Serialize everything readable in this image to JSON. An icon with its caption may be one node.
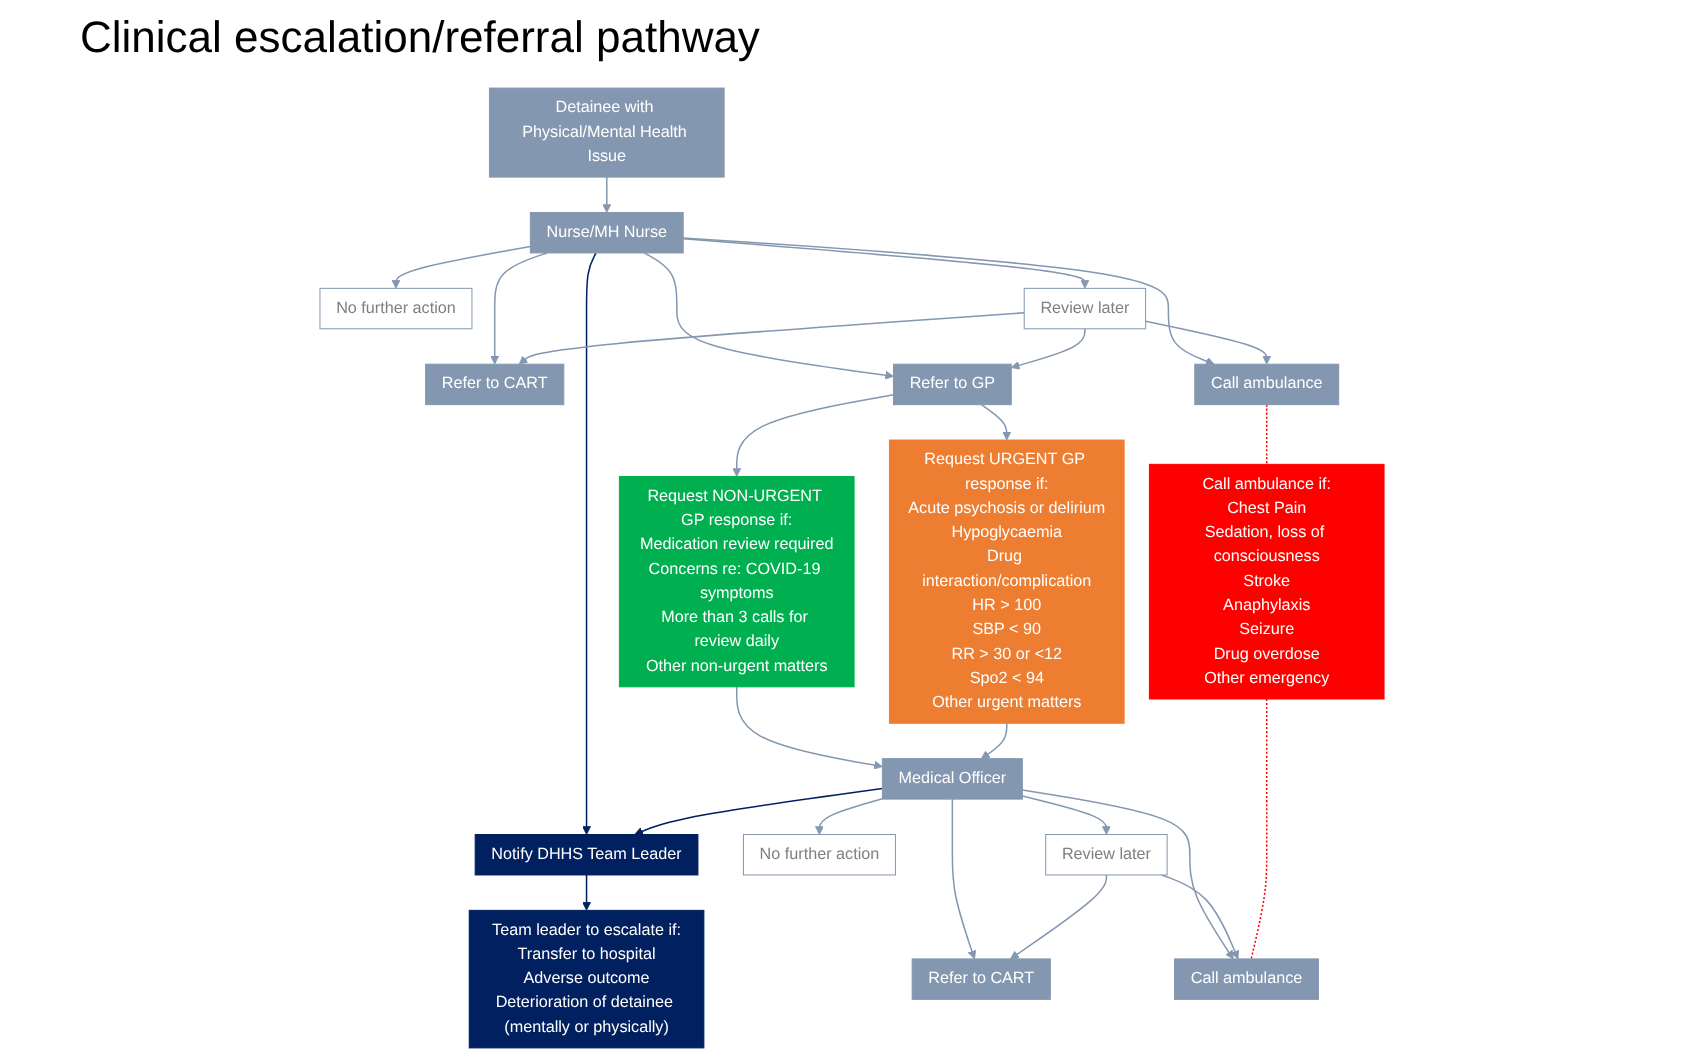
{
  "diagram": {
    "title": "Clinical escalation/referral pathway",
    "nodes": [
      {
        "text": [
          "Detainee with Physical/Mental Health Issue"
        ]
      },
      {
        "text": [
          "Nurse/MH Nurse"
        ]
      },
      {
        "text": [
          "No further action"
        ]
      },
      {
        "text": [
          "Review later"
        ]
      },
      {
        "text": [
          "Refer to CART"
        ]
      },
      {
        "text": [
          "Refer to GP"
        ]
      },
      {
        "text": [
          "Call ambulance"
        ]
      },
      {
        "text": [
          "Notify DHHS Team Leader"
        ]
      },
      {
        "text": [
          "Request NON-URGENT GP response if:",
          "Medication review required",
          "Concerns re: COVID-19 symptoms",
          "More than 3 calls for review daily",
          "Other non-urgent matters"
        ]
      },
      {
        "text": [
          "Request URGENT GP response if:",
          "Acute psychosis or delirium",
          "Hypoglycaemia",
          "Drug interaction/complication",
          "HR > 100",
          "SBP < 90",
          "RR > 30 or <12",
          "Spo2 < 94",
          "Other urgent matters"
        ]
      },
      {
        "text": [
          "Call ambulance if:",
          "Chest Pain",
          "Sedation, loss of consciousness",
          "Stroke",
          "Anaphylaxis",
          "Seizure",
          "Drug overdose",
          "Other emergency"
        ]
      },
      {
        "text": [
          "Medical Officer"
        ]
      },
      {
        "text": [
          "No further action"
        ]
      },
      {
        "text": [
          "Review later"
        ]
      },
      {
        "text": [
          "Refer to CART"
        ]
      },
      {
        "text": [
          "Call ambulance"
        ]
      },
      {
        "text": [
          "Team leader to escalate if:",
          "Transfer to hospital",
          "Adverse outcome",
          "Deterioration of detainee (mentally or physically)"
        ]
      }
    ],
    "edges": [
      {
        "from": 0,
        "to": 1,
        "arrow": "to"
      },
      {
        "from": 1,
        "to": 2,
        "arrow": "to"
      },
      {
        "from": 1,
        "to": 3,
        "arrow": "to"
      },
      {
        "from": 1,
        "to": 7,
        "arrow": "to",
        "color": "#002060"
      },
      {
        "from": 1,
        "to": 4,
        "arrow": "to"
      },
      {
        "from": 1,
        "to": 5,
        "arrow": "to"
      },
      {
        "from": 1,
        "to": 6,
        "arrow": "to"
      },
      {
        "from": 3,
        "to": 4,
        "arrow": "to"
      },
      {
        "from": 3,
        "to": 5,
        "arrow": "to"
      },
      {
        "from": 3,
        "to": 6,
        "arrow": "to"
      },
      {
        "from": 6,
        "to": 10,
        "arrow": "none",
        "style": "dashed",
        "color": "#ff0000"
      },
      {
        "from": 5,
        "to": 8,
        "arrow": "to"
      },
      {
        "from": 5,
        "to": 9,
        "arrow": "to"
      },
      {
        "from": 8,
        "to": 11,
        "arrow": "to"
      },
      {
        "from": 9,
        "to": 11,
        "arrow": "to"
      },
      {
        "from": 7,
        "to": 16,
        "arrow": "to",
        "color": "#002060"
      },
      {
        "from": 11,
        "to": 7,
        "arrow": "to",
        "color": "#002060"
      },
      {
        "from": 11,
        "to": 12,
        "arrow": "to"
      },
      {
        "from": 11,
        "to": 13,
        "arrow": "to"
      },
      {
        "from": 11,
        "to": 14,
        "arrow": "to"
      },
      {
        "from": 11,
        "to": 15,
        "arrow": "to"
      },
      {
        "from": 13,
        "to": 14,
        "arrow": "to"
      },
      {
        "from": 13,
        "to": 15,
        "arrow": "to"
      },
      {
        "from": 10,
        "to": 15,
        "arrow": "none",
        "style": "dashed",
        "color": "#ff0000"
      }
    ]
  }
}
